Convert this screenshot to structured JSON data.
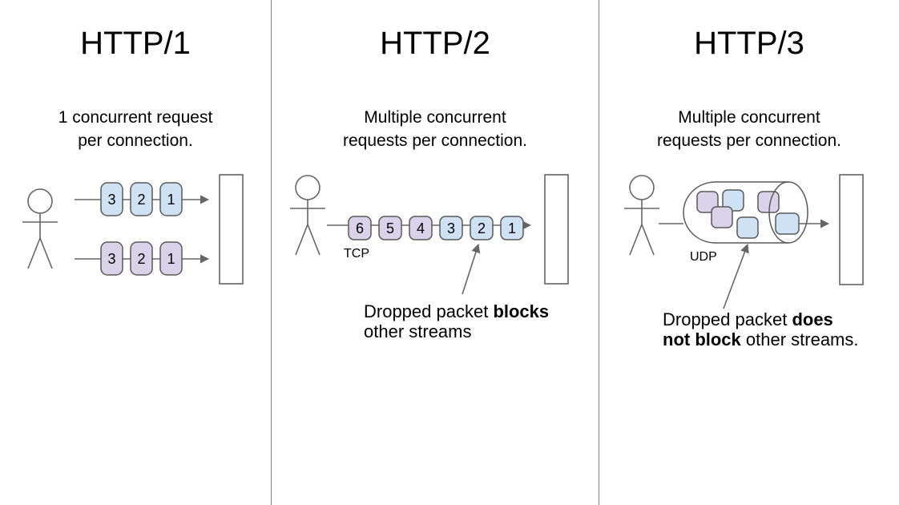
{
  "colors": {
    "blue": "#cfe2f3",
    "purple": "#d9d2e9",
    "line": "#666666",
    "packet_border": "#595959",
    "divider": "#7f7f7f",
    "server_fill": "#ffffff"
  },
  "columns": [
    {
      "title": "HTTP/1",
      "description": "1 concurrent request\nper connection.",
      "streams": [
        {
          "packets": [
            "3",
            "2",
            "1"
          ]
        },
        {
          "packets": [
            "3",
            "2",
            "1"
          ]
        }
      ]
    },
    {
      "title": "HTTP/2",
      "description": "Multiple concurrent\nrequests per connection.",
      "protocol_label": "TCP",
      "packets": [
        "6",
        "5",
        "4",
        "3",
        "2",
        "1"
      ],
      "annotation": {
        "line1_pre": "Dropped packet ",
        "line1_bold": "blocks",
        "line2_bold": "",
        "line2_post": "other streams"
      }
    },
    {
      "title": "HTTP/3",
      "description": "Multiple concurrent\nrequests per connection.",
      "protocol_label": "UDP",
      "annotation": {
        "line1_pre": "Dropped packet ",
        "line1_bold": "does",
        "line2_bold": "not block",
        "line2_post": " other streams."
      }
    }
  ]
}
